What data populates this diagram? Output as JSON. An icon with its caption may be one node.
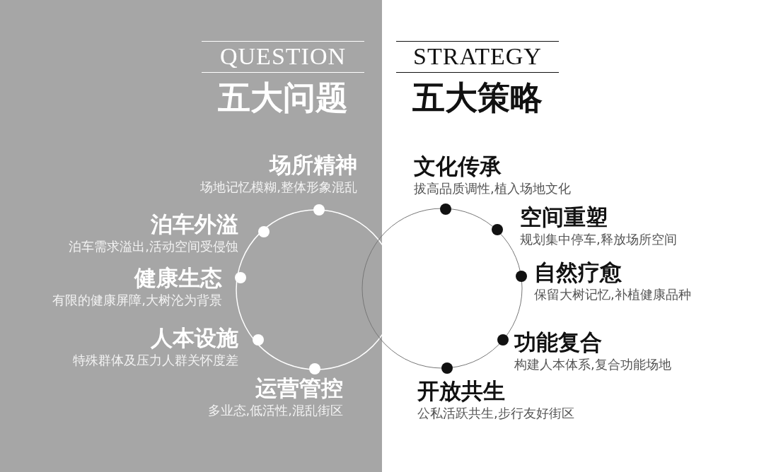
{
  "diagram": {
    "nodes": [
      {
        "text": [
          "场所精神",
          "场地记忆模糊,整体形象混乱"
        ]
      },
      {
        "text": [
          "泊车外溢",
          "泊车需求溢出,活动空间受侵蚀"
        ]
      },
      {
        "text": [
          "健康生态",
          "有限的健康屏障,大树沦为背景"
        ]
      },
      {
        "text": [
          "人本设施",
          "特殊群体及压力人群关怀度差"
        ]
      },
      {
        "text": [
          "运营管控",
          "多业态,低活性,混乱街区"
        ]
      },
      {
        "text": [
          "文化传承",
          "拔高品质调性,植入场地文化"
        ]
      },
      {
        "text": [
          "空间重塑",
          "规划集中停车,释放场所空间"
        ]
      },
      {
        "text": [
          "自然疗愈",
          "保留大树记忆,补植健康品种"
        ]
      },
      {
        "text": [
          "功能复合",
          "构建人本体系,复合功能场地"
        ]
      },
      {
        "text": [
          "开放共生",
          "公私活跃共生,步行友好街区"
        ]
      }
    ],
    "labels": [
      "QUESTION",
      "五大问题",
      "STRATEGY",
      "五大策略"
    ]
  }
}
